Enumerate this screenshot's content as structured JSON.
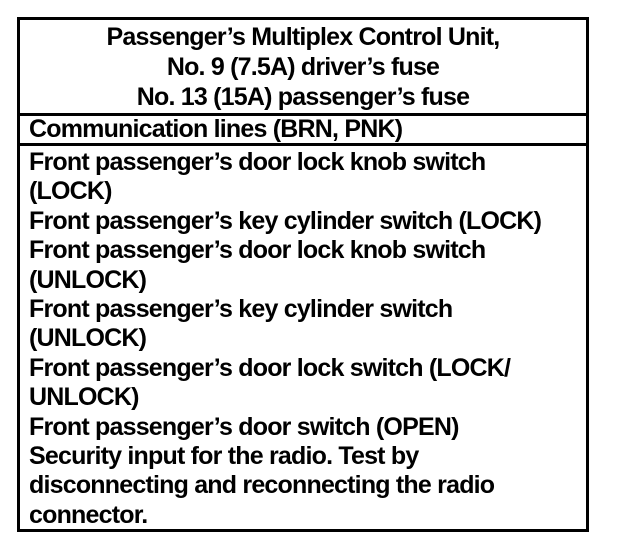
{
  "table": {
    "header_lines": [
      "Passenger’s Multiplex Control Unit,",
      "No. 9 (7.5A) driver’s fuse",
      "No. 13 (15A) passenger’s fuse"
    ],
    "communication_row": "Communication lines (BRN, PNK)",
    "body_items": [
      "Front passenger’s door lock knob switch\n(LOCK)",
      "Front passenger’s key cylinder switch (LOCK)",
      "Front passenger’s door lock knob switch\n(UNLOCK)",
      "Front passenger’s key cylinder switch\n(UNLOCK)",
      "Front passenger’s door lock switch (LOCK/\nUNLOCK)",
      "Front passenger’s door switch (OPEN)",
      "Security input for the radio. Test by\ndisconnecting and reconnecting the radio\nconnector."
    ],
    "colors": {
      "text": "#000000",
      "border": "#000000",
      "background": "#ffffff"
    }
  }
}
